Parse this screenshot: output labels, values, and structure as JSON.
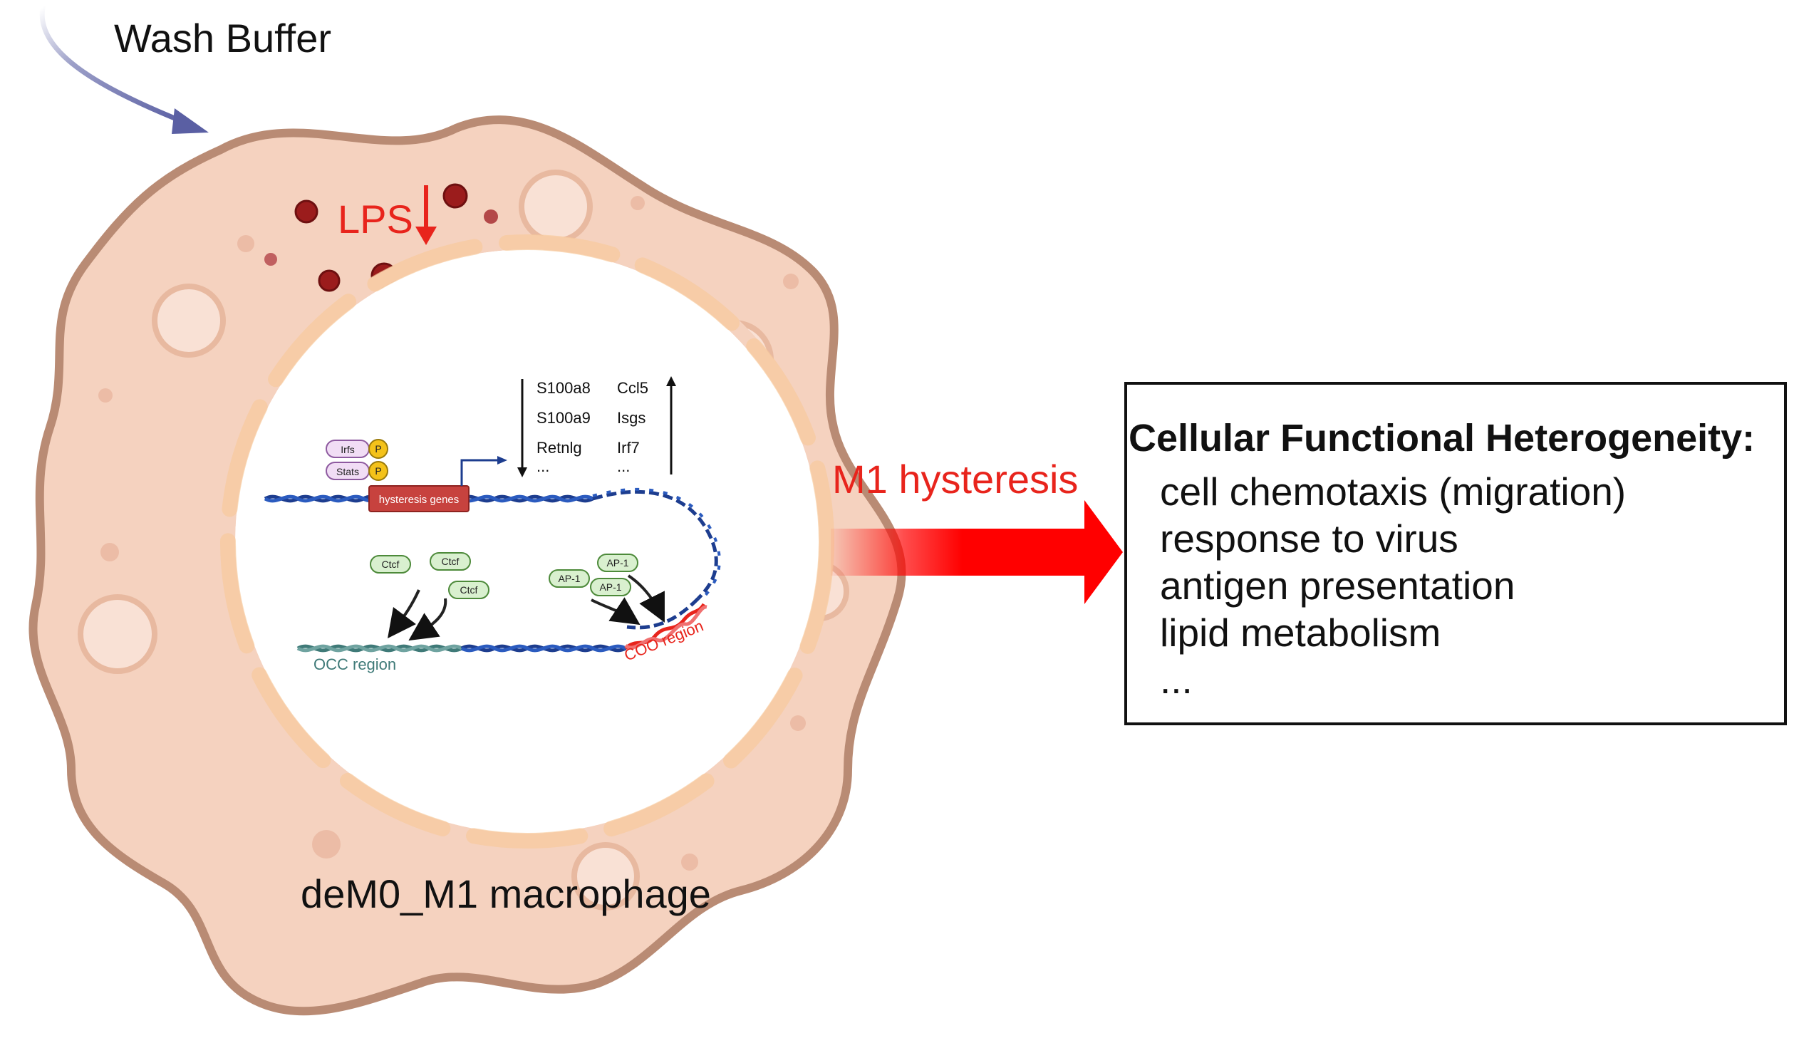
{
  "labels": {
    "wash_buffer": "Wash Buffer",
    "lps": "LPS",
    "m1_hysteresis": "M1 hysteresis",
    "cell_name": "deM0_M1 macrophage",
    "hysteresis_genes": "hysteresis genes",
    "occ_region": "OCC region",
    "coo_region": "COO region"
  },
  "transcription_factors": {
    "irfs": "Irfs",
    "stats": "Stats",
    "phospho": "P",
    "ctcf": "Ctcf",
    "ap1": "AP-1"
  },
  "genes_down": [
    "S100a8",
    "S100a9",
    "Retnlg",
    "..."
  ],
  "genes_up": [
    "Ccl5",
    "Isgs",
    "Irf7",
    "..."
  ],
  "summary": {
    "title": "Cellular Functional Heterogeneity:",
    "items": [
      "cell chemotaxis (migration)",
      "response to virus",
      "antigen presentation",
      "lipid metabolism",
      "..."
    ]
  },
  "colors": {
    "cell_fill": "#f5d2bf",
    "cell_border": "#b98b74",
    "nucleus_fill": "#ffffff",
    "accent_red": "#e8241c",
    "dna_blue": "#1d3d8f",
    "dna_teal": "#3f7a78",
    "arrow_purple": "#5a5fa3",
    "gene_box": "#c7423e"
  }
}
